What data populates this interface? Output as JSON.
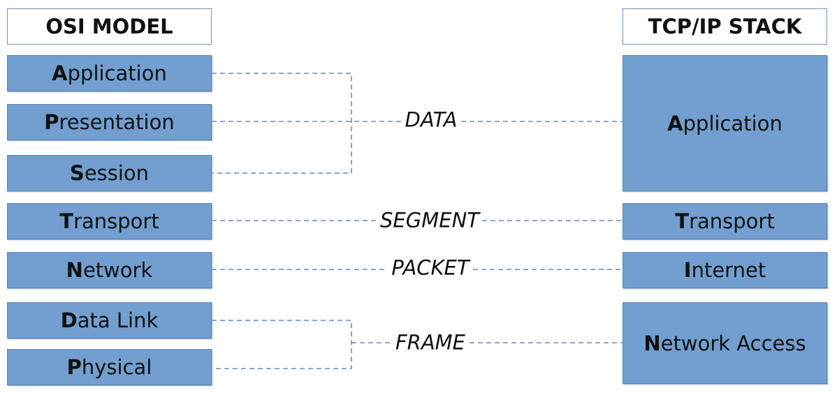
{
  "left": {
    "title": "OSI MODEL",
    "layers": [
      {
        "initial": "A",
        "rest": "pplication"
      },
      {
        "initial": "P",
        "rest": "resentation"
      },
      {
        "initial": "S",
        "rest": "ession"
      },
      {
        "initial": "T",
        "rest": "ransport"
      },
      {
        "initial": "N",
        "rest": "etwork"
      },
      {
        "initial": "D",
        "rest": "ata Link"
      },
      {
        "initial": "P",
        "rest": "hysical"
      }
    ]
  },
  "right": {
    "title": "TCP/IP STACK",
    "layers": [
      {
        "initial": "A",
        "rest": "pplication"
      },
      {
        "initial": "T",
        "rest": "ransport"
      },
      {
        "initial": "I",
        "rest": "nternet"
      },
      {
        "initial": "N",
        "rest": "etwork Access"
      }
    ]
  },
  "pdus": [
    "DATA",
    "SEGMENT",
    "PACKET",
    "FRAME"
  ],
  "colors": {
    "layer_fill": "#729fcf",
    "line": "#4a72a8"
  }
}
